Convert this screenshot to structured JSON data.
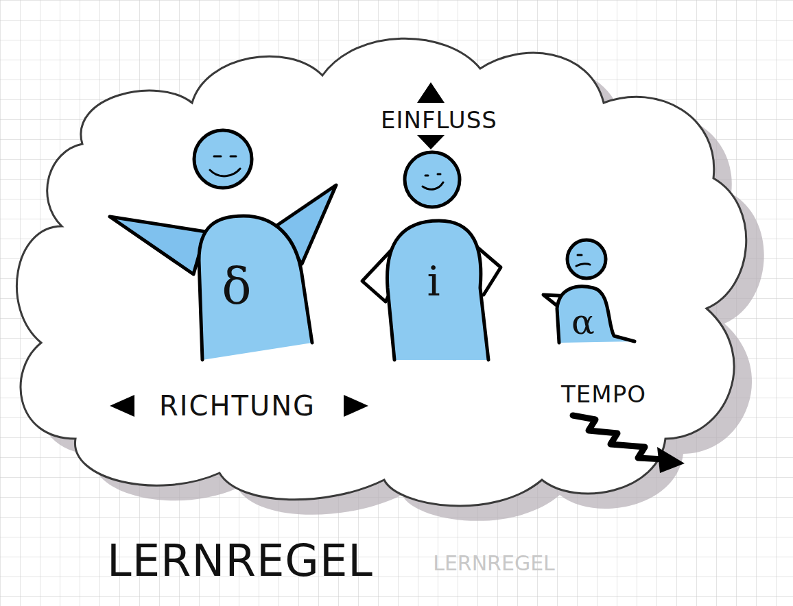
{
  "diagram": {
    "caption": "LERNREGEL",
    "nodes": [
      {
        "text": [
          "δ",
          "RICHTUNG"
        ]
      },
      {
        "text": [
          "EINFLUSS",
          "i"
        ]
      },
      {
        "text": [
          "α",
          "TEMPO"
        ]
      }
    ],
    "labels": [
      "LERNREGEL"
    ]
  }
}
